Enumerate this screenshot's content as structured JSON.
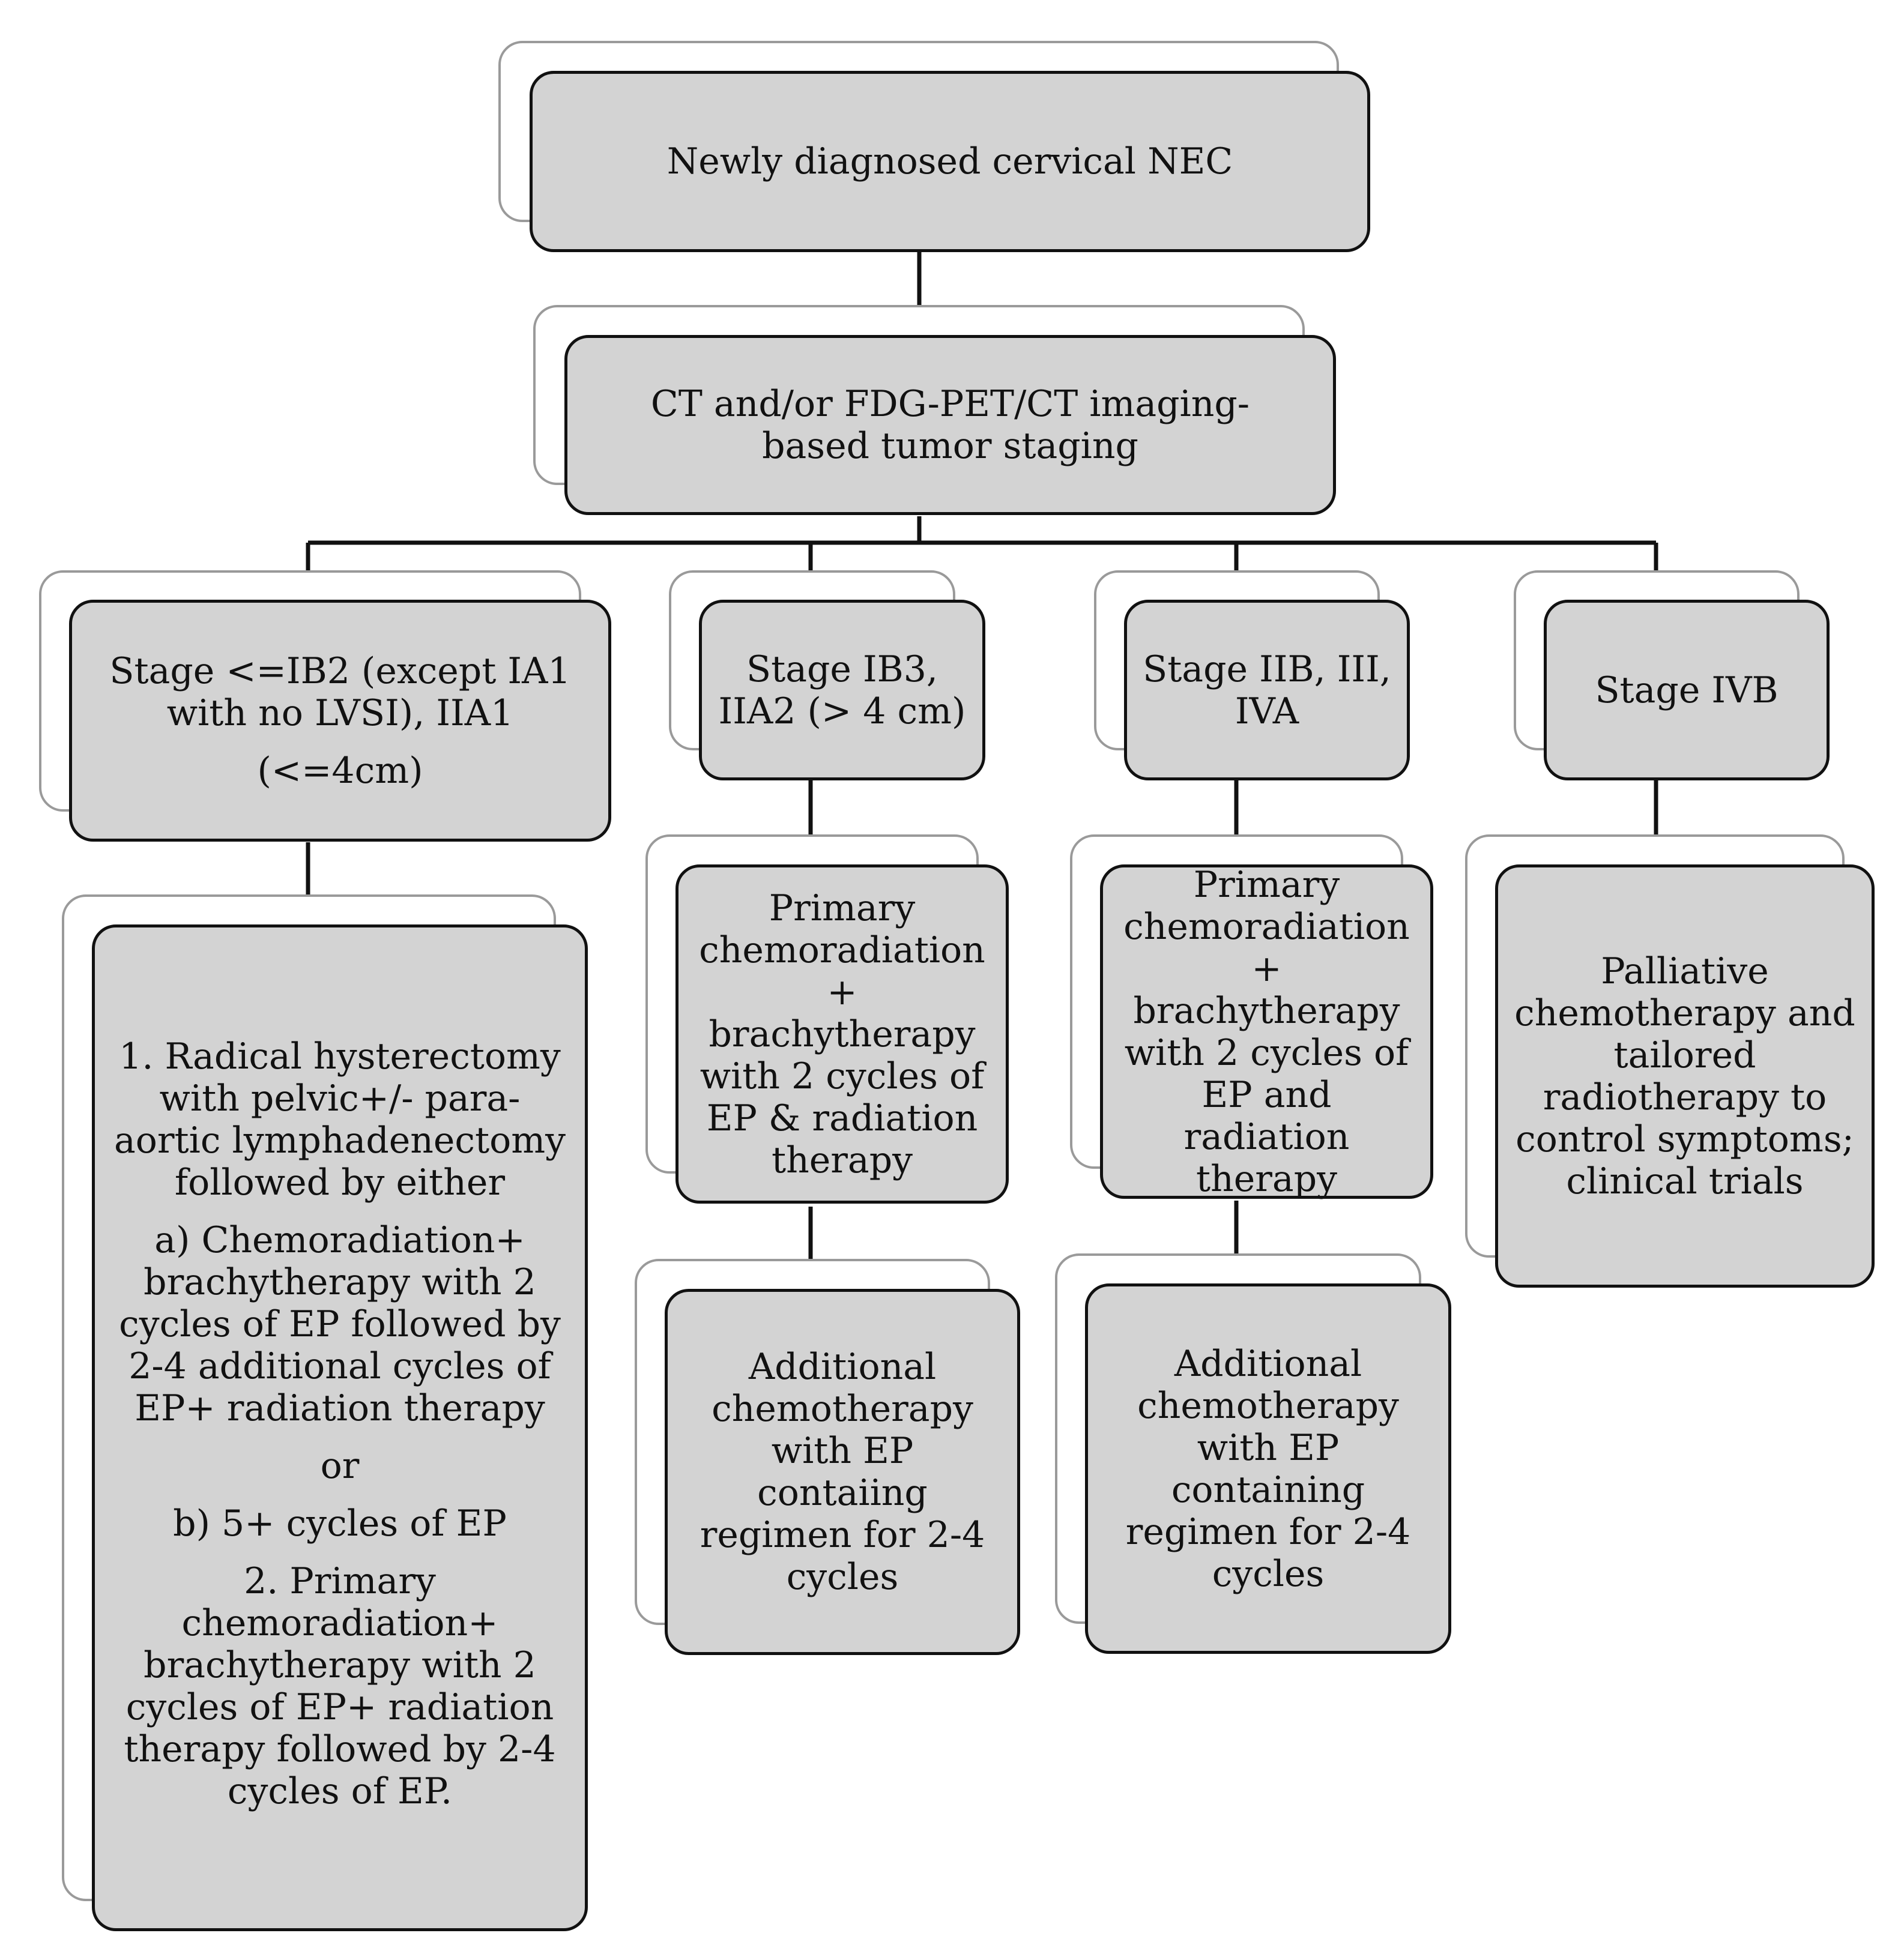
{
  "diagram": {
    "root": "Newly diagnosed cervical NEC",
    "staging": "CT and/or FDG-PET/CT imaging-based tumor staging",
    "branches": [
      {
        "stage": [
          "Stage <=IB2 (except IA1 with no LVSI), IIA1",
          "(<=4cm)"
        ],
        "treatment": [
          "1. Radical hysterectomy with pelvic+/- para-aortic lymphadenectomy followed by either",
          "a) Chemoradiation+ brachytherapy with 2 cycles of EP followed by 2-4 additional cycles of EP+ radiation therapy",
          "or",
          "b) 5+ cycles of EP",
          "2. Primary chemoradiation+ brachytherapy with 2 cycles of EP+ radiation therapy followed by 2-4 cycles of EP."
        ]
      },
      {
        "stage": [
          "Stage IB3, IIA2 (> 4 cm)"
        ],
        "treatment": [
          "Primary chemoradiation + brachytherapy with 2 cycles of EP & radiation therapy"
        ],
        "followup": [
          "Additional chemotherapy with EP contaiing regimen for 2-4 cycles"
        ]
      },
      {
        "stage": [
          "Stage IIB, III, IVA"
        ],
        "treatment": [
          "Primary chemoradiation + brachytherapy with 2 cycles of EP and radiation therapy"
        ],
        "followup": [
          "Additional chemotherapy with EP containing regimen for 2-4 cycles"
        ]
      },
      {
        "stage": [
          "Stage IVB"
        ],
        "treatment": [
          "Palliative chemotherapy and tailored radiotherapy to control symptoms; clinical trials"
        ]
      }
    ]
  }
}
